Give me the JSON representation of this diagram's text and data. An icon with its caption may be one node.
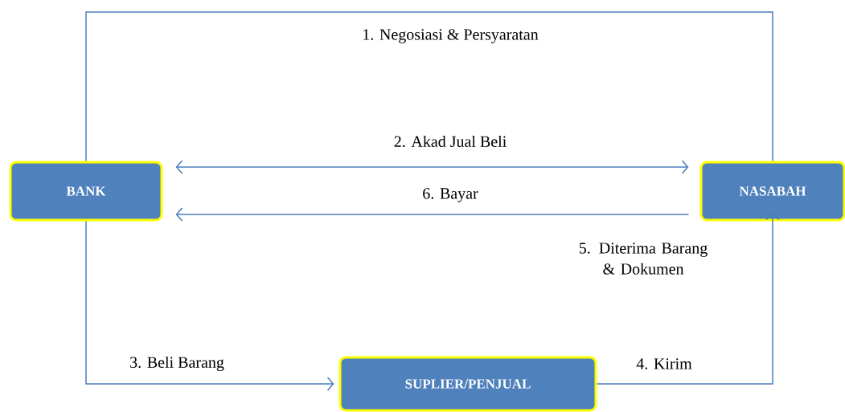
{
  "diagram": {
    "nodes": [
      {
        "text": [
          "BANK"
        ]
      },
      {
        "text": [
          "NASABAH"
        ]
      },
      {
        "text": [
          "SUPLIER/PENJUAL"
        ]
      }
    ],
    "edges": [
      {
        "from": 0,
        "to": 1,
        "arrow": "none",
        "label": "1. Negosiasi & Persyaratan"
      },
      {
        "from": 0,
        "to": 1,
        "arrow": "both",
        "label": "2. Akad Jual Beli"
      },
      {
        "from": 1,
        "to": 0,
        "arrow": "to",
        "label": "6. Bayar"
      },
      {
        "from": 0,
        "to": 2,
        "arrow": "to",
        "label": "3. Beli Barang"
      },
      {
        "from": 2,
        "to": 1,
        "arrow": "to",
        "label": "4. Kirim"
      }
    ],
    "labels": [
      "5. Diterima Barang & Dokumen"
    ]
  }
}
